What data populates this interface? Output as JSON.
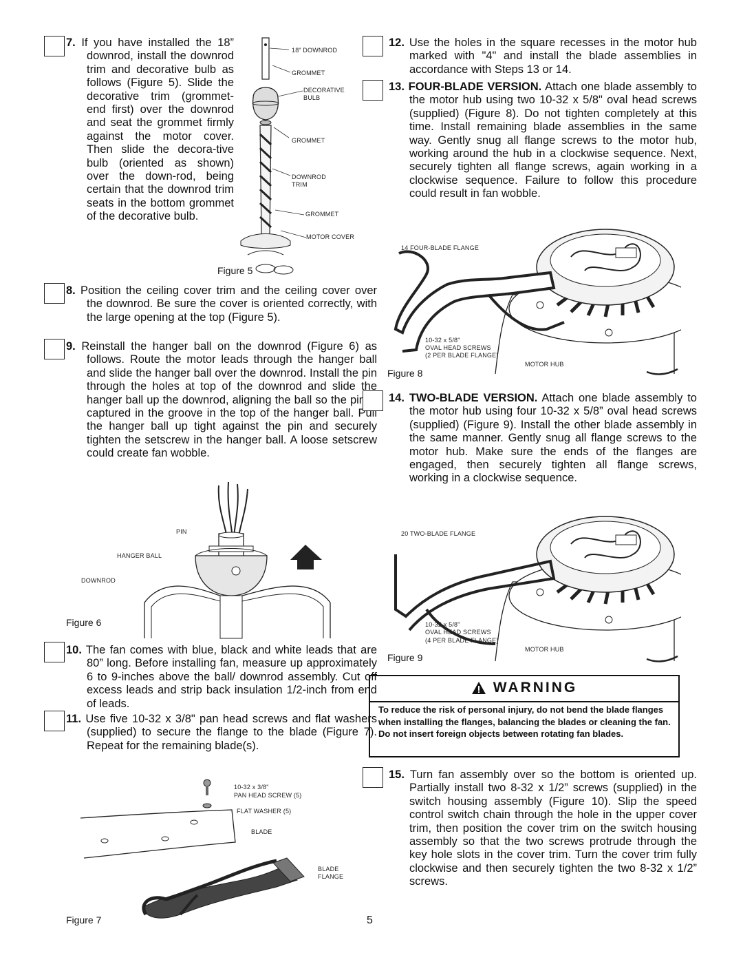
{
  "steps": {
    "s7": {
      "num": "7.",
      "text": "If you have installed the 18” downrod, install the downrod trim and decorative bulb as follows (Figure 5). Slide the decorative trim (grommet-end first) over the downrod and seat the grommet firmly against the motor cover. Then slide the decora-tive bulb (oriented as shown) over the down-rod, being certain that the downrod trim seats in the bottom grommet of the decorative bulb."
    },
    "s8": {
      "num": "8.",
      "text": "Position the ceiling cover trim and the ceiling cover over the downrod. Be sure the cover is oriented correctly, with the large opening at the top (Figure 5)."
    },
    "s9": {
      "num": "9.",
      "text": "Reinstall the hanger ball on the downrod (Figure 6) as follows. Route the motor leads through the hanger ball and slide the hanger ball over the downrod. Install the pin through the holes at top of the downrod and slide the hanger ball up the downrod, aligning the ball so the pin is captured in the groove in the top of the hanger ball. Pull the hanger ball up tight against the pin and securely tighten the setscrew in the hanger ball. A loose setscrew could create fan wobble."
    },
    "s10": {
      "num": "10.",
      "text": "The fan comes with blue, black and white leads that are 80” long. Before installing fan, measure up approximately 6 to 9-inches above the ball/ downrod assembly. Cut off excess leads and strip back insulation 1/2-inch from end of leads."
    },
    "s11": {
      "num": "11.",
      "text": "Use five 10-32 x 3/8\" pan head screws and flat washers (supplied) to secure the flange to the blade (Figure 7). Repeat for the remaining blade(s)."
    },
    "s12": {
      "num": "12.",
      "text": "Use the holes in the square recesses in the motor hub marked with \"4\" and install the blade assemblies in accordance with Steps 13 or 14."
    },
    "s13": {
      "num": "13.",
      "title": "FOUR-BLADE VERSION.",
      "text": "Attach one blade assembly to the motor hub using two 10-32 x 5/8\" oval head screws (supplied) (Figure 8). Do not tighten completely at this time. Install remaining blade assemblies in the same way. Gently snug all flange screws to the motor hub, working around the hub in a clockwise sequence. Next, securely tighten all flange screws, again working in a clockwise sequence. Failure to follow this procedure could result in fan wobble."
    },
    "s14": {
      "num": "14.",
      "title": "TWO-BLADE VERSION.",
      "text": "Attach one blade assembly to the motor hub using four 10-32 x 5/8” oval head screws (supplied) (Figure 9). Install the other blade assembly in the same manner. Gently snug all flange screws to the motor hub. Make sure the ends of the flanges are engaged, then securely tighten all flange screws, working in a clockwise sequence."
    },
    "s15": {
      "num": "15.",
      "text": "Turn fan assembly over so the bottom is oriented up. Partially install two 8-32 x 1/2” screws (supplied) in the switch housing assembly (Figure 10). Slip the speed control switch chain through the hole in the upper cover trim, then position the cover trim on the switch housing assembly so that the two screws protrude through the key hole slots in the cover trim. Turn the cover trim fully clockwise and then securely tighten the two 8-32 x 1/2” screws."
    }
  },
  "figures": {
    "fig5": {
      "label": "Figure 5",
      "callouts": [
        "18” DOWNROD",
        "GROMMET",
        "DECORATIVE BULB",
        "GROMMET",
        "DOWNROD TRIM",
        "GROMMET",
        "MOTOR COVER"
      ]
    },
    "fig6": {
      "label": "Figure 6",
      "callouts": [
        "PIN",
        "HANGER BALL",
        "DOWNROD"
      ]
    },
    "fig7": {
      "label": "Figure 7",
      "callouts": [
        "10-32 x 3/8\"",
        "PAN HEAD SCREW (5)",
        "FLAT WASHER (5)",
        "BLADE",
        "BLADE FLANGE"
      ]
    },
    "fig8": {
      "label": "Figure 8",
      "callouts": [
        "14  FOUR-BLADE FLANGE",
        "10-32 x 5/8\"",
        "OVAL HEAD SCREWS",
        "(2 PER BLADE FLANGE)",
        "MOTOR HUB"
      ]
    },
    "fig9": {
      "label": "Figure 9",
      "callouts": [
        "20  TWO-BLADE FLANGE",
        "10-32 x 5/8\"",
        "OVAL HEAD SCREWS",
        "(4 PER BLADE FLANGE)",
        "MOTOR HUB"
      ]
    }
  },
  "warning": {
    "heading": "WARNING",
    "text": "To reduce the risk of personal injury, do not bend the blade flanges when installing the flanges, balancing the blades or cleaning the fan. Do not insert foreign objects between rotating fan blades."
  },
  "page_number": "5"
}
